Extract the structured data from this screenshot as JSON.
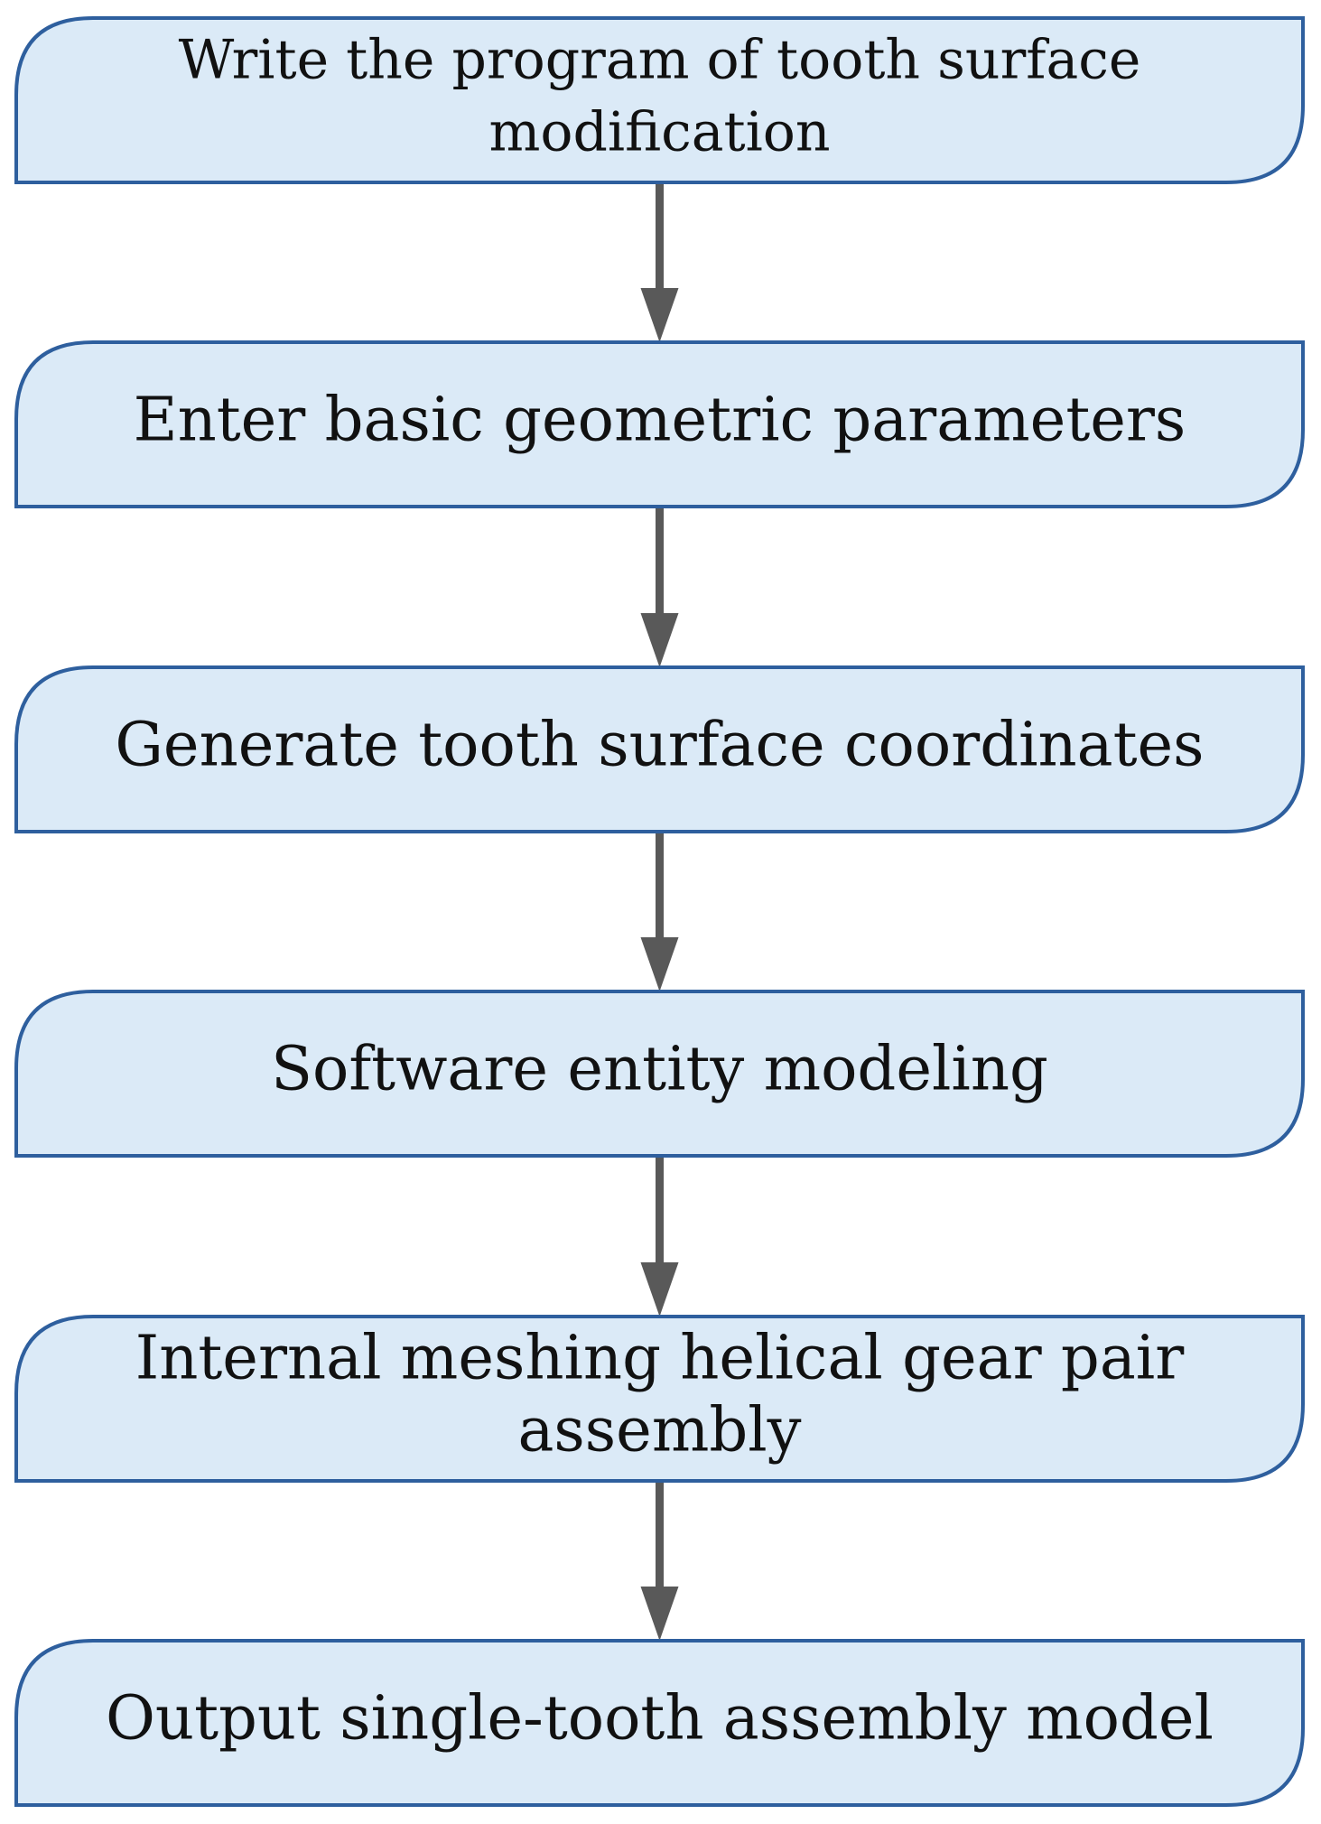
{
  "steps": [
    {
      "lines": [
        "Write the program of tooth surface",
        "modification"
      ]
    },
    {
      "lines": [
        "Enter basic geometric parameters"
      ]
    },
    {
      "lines": [
        "Generate tooth surface coordinates"
      ]
    },
    {
      "lines": [
        "Software entity modeling"
      ]
    },
    {
      "lines": [
        "Internal meshing helical gear pair",
        "assembly"
      ]
    },
    {
      "lines": [
        "Output single-tooth assembly model"
      ]
    }
  ],
  "colors": {
    "box_fill": "#dbeaf7",
    "box_border": "#2e5f9e",
    "arrow": "#595959",
    "text": "#111111"
  }
}
